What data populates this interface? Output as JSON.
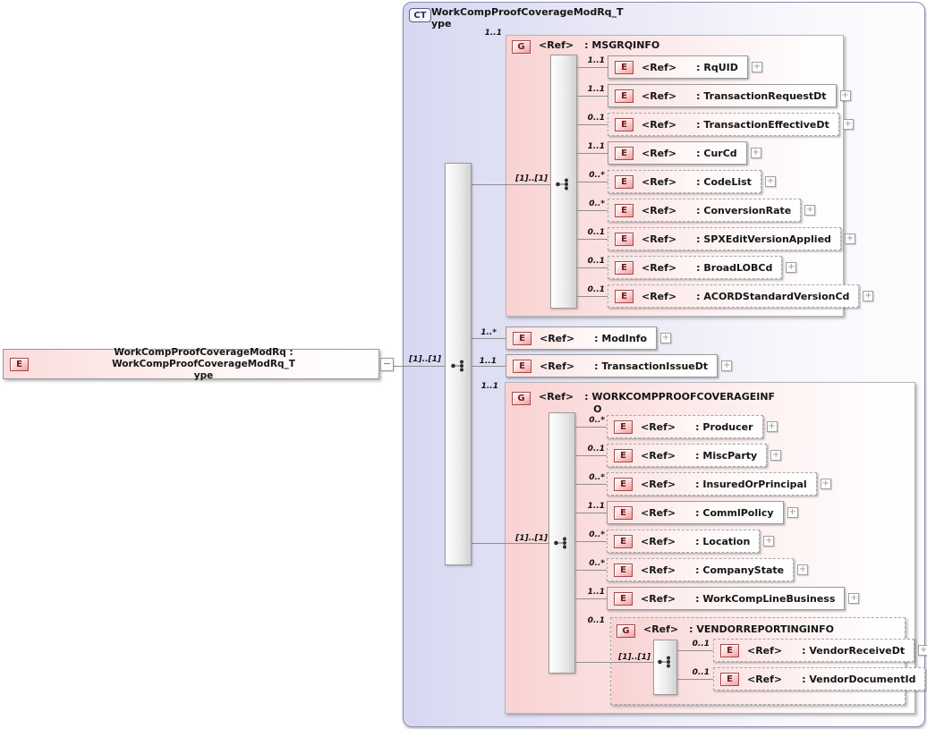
{
  "icons": {
    "expand": "+",
    "collapse": "−",
    "sequence": "sequence-compositor"
  },
  "colors": {
    "container_fill": "#d7d7f2",
    "container_border": "#8c8cae",
    "panel_fill": "#f9d2d2",
    "element_fill": "#fbe2e2",
    "badge_fill": "#f09e9e",
    "badge_border": "#a24a4a",
    "badge_text": "#701c1c",
    "bar_fill": "#ececec",
    "connector_line": "#8f8f8f"
  },
  "root_element": {
    "badge": "E",
    "label": "WorkCompProofCoverageModRq : WorkCompProofCoverageModRq_T\nype"
  },
  "complex_type": {
    "badge": "CT",
    "title": "WorkCompProofCoverageModRq_T\nype",
    "occurrence": "[1]..[1]"
  },
  "msgrqinfo": {
    "badge": "G",
    "ref": "<Ref>",
    "name": ": MSGRQINFO",
    "cardinality": "1..1",
    "occurrence": "[1]..[1]",
    "children": [
      {
        "badge": "E",
        "ref": "<Ref>",
        "name": ": RqUID",
        "cardinality": "1..1"
      },
      {
        "badge": "E",
        "ref": "<Ref>",
        "name": ": TransactionRequestDt",
        "cardinality": "1..1"
      },
      {
        "badge": "E",
        "ref": "<Ref>",
        "name": ": TransactionEffectiveDt",
        "cardinality": "0..1"
      },
      {
        "badge": "E",
        "ref": "<Ref>",
        "name": ": CurCd",
        "cardinality": "1..1"
      },
      {
        "badge": "E",
        "ref": "<Ref>",
        "name": ": CodeList",
        "cardinality": "0..*"
      },
      {
        "badge": "E",
        "ref": "<Ref>",
        "name": ": ConversionRate",
        "cardinality": "0..*"
      },
      {
        "badge": "E",
        "ref": "<Ref>",
        "name": ": SPXEditVersionApplied",
        "cardinality": "0..1"
      },
      {
        "badge": "E",
        "ref": "<Ref>",
        "name": ": BroadLOBCd",
        "cardinality": "0..1"
      },
      {
        "badge": "E",
        "ref": "<Ref>",
        "name": ": ACORDStandardVersionCd",
        "cardinality": "0..1"
      }
    ]
  },
  "modinfo": {
    "badge": "E",
    "ref": "<Ref>",
    "name": ": ModInfo",
    "cardinality": "1..*"
  },
  "transaction_issue_dt": {
    "badge": "E",
    "ref": "<Ref>",
    "name": ": TransactionIssueDt",
    "cardinality": "1..1"
  },
  "workcomp": {
    "badge": "G",
    "ref": "<Ref>",
    "name": ": WORKCOMPPROOFCOVERAGEINF\nO",
    "cardinality": "1..1",
    "occurrence": "[1]..[1]",
    "children": [
      {
        "badge": "E",
        "ref": "<Ref>",
        "name": ": Producer",
        "cardinality": "0..*"
      },
      {
        "badge": "E",
        "ref": "<Ref>",
        "name": ": MiscParty",
        "cardinality": "0..1"
      },
      {
        "badge": "E",
        "ref": "<Ref>",
        "name": ": InsuredOrPrincipal",
        "cardinality": "0..*"
      },
      {
        "badge": "E",
        "ref": "<Ref>",
        "name": ": CommlPolicy",
        "cardinality": "1..1"
      },
      {
        "badge": "E",
        "ref": "<Ref>",
        "name": ": Location",
        "cardinality": "0..*"
      },
      {
        "badge": "E",
        "ref": "<Ref>",
        "name": ": CompanyState",
        "cardinality": "0..*"
      },
      {
        "badge": "E",
        "ref": "<Ref>",
        "name": ": WorkCompLineBusiness",
        "cardinality": "1..1"
      }
    ]
  },
  "vendor": {
    "badge": "G",
    "ref": "<Ref>",
    "name": ": VENDORREPORTINGINFO",
    "cardinality": "0..1",
    "occurrence": "[1]..[1]",
    "children": [
      {
        "badge": "E",
        "ref": "<Ref>",
        "name": ": VendorReceiveDt",
        "cardinality": "0..1"
      },
      {
        "badge": "E",
        "ref": "<Ref>",
        "name": ": VendorDocumentId",
        "cardinality": "0..1"
      }
    ]
  }
}
